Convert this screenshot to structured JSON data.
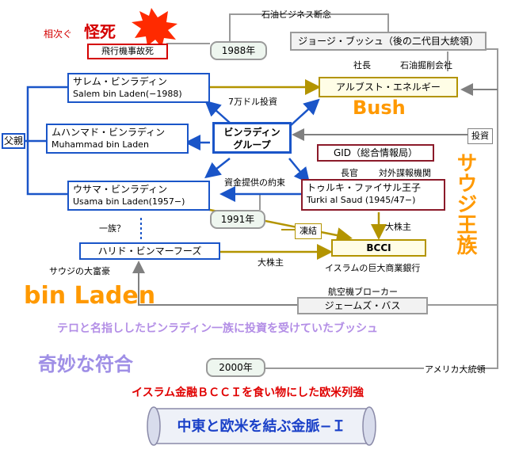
{
  "header": {
    "died_in_succession": "相次ぐ",
    "mysterious_death": "怪死",
    "plane_crash": "飛行機事故死",
    "year_1988": "1988年",
    "oil_business_cut": "石油ビジネス断念",
    "george_bush": "ジョージ・ブッシュ（後の二代目大統領）",
    "president_label": "社長",
    "oil_company_label": "石油掘削会社"
  },
  "bin_laden_family": {
    "father_label": "父親",
    "salem": {
      "jp": "サレム・ビンラディン",
      "en": "Salem bin Laden(−1988)"
    },
    "muhammad": {
      "jp": "ムハンマド・ビンラディン",
      "en": "Muhammad bin Laden"
    },
    "usama": {
      "jp": "ウサマ・ビンラディン",
      "en": "Usama bin Laden(1957−)"
    },
    "group": {
      "line1": "ビンラディン",
      "line2": "グループ"
    },
    "investment_70k": "7万ドル投資",
    "related_q": "一族？",
    "khalid": "ハリド・ビンマーフーズ",
    "saudi_rich": "サウジの大富豪",
    "big_title": "bin Laden"
  },
  "bush_side": {
    "arbusto": "アルブスト・エネルギー",
    "bush_title": "Bush",
    "investment": "投資"
  },
  "saudi": {
    "gid": "GID（総合情報局）",
    "chief_label": "長官",
    "foreign_intel": "対外諜報機関",
    "turki": {
      "jp": "トゥルキ・ファイサル王子",
      "en": "Turki al Saud (1945/47−)"
    },
    "funding_promise": "資金提供の約束",
    "year_1991": "1991年",
    "frozen": "凍結",
    "major_shareholder_1": "大株主",
    "major_shareholder_2": "大株主",
    "bcci": "BCCI",
    "bcci_desc": "イスラムの巨大商業銀行",
    "royal_family": "サウジ王族"
  },
  "bottom": {
    "aircraft_broker": "航空機ブローカー",
    "james_bath": "ジェームズ・バス",
    "tagline": "テロと名指ししたビンラディン一族に投資を受けていたブッシュ",
    "strange_coincidence": "奇妙な符合",
    "year_2000": "2000年",
    "us_president": "アメリカ大統領",
    "western_powers": "イスラム金融ＢＣＣＩを食い物にした欧米列強",
    "scroll_title": "中東と欧米を結ぶ金脈−Ｉ"
  },
  "colors": {
    "blue": "#1a55c8",
    "gold": "#b39400",
    "gray": "#9a9a9a",
    "red": "#d40000",
    "maroon": "#8b1a2a",
    "orange": "#ff9900",
    "purple": "#b38ee6",
    "red_text": "#e00000"
  }
}
